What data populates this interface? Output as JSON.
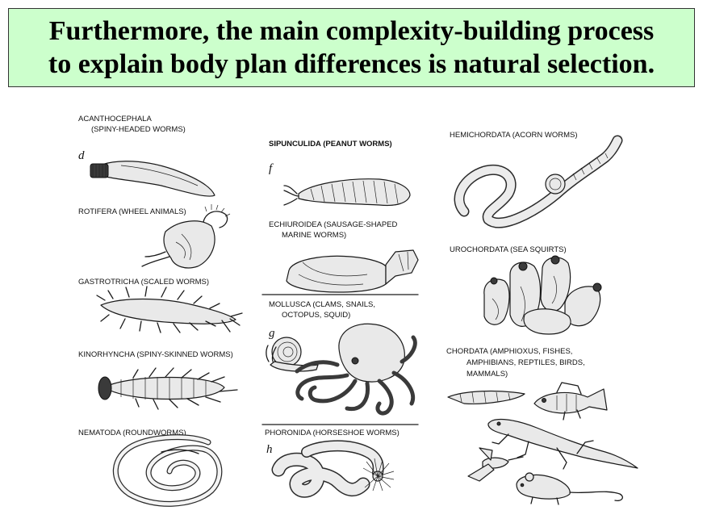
{
  "banner": {
    "line1": "Furthermore, the main complexity-building process",
    "line2": "to explain body plan differences is natural selection."
  },
  "letters": {
    "d": "d",
    "f": "f",
    "g": "g",
    "h": "h"
  },
  "phyla": {
    "acanthocephala": {
      "name": "ACANTHOCEPHALA",
      "common": "(SPINY-HEADED WORMS)"
    },
    "rotifera": {
      "label": "ROTIFERA (WHEEL ANIMALS)"
    },
    "gastrotricha": {
      "label": "GASTROTRICHA  (SCALED WORMS)"
    },
    "kinorhyncha": {
      "label": "KINORHYNCHA  (SPINY-SKINNED WORMS)"
    },
    "nematoda": {
      "label": "NEMATODA (ROUNDWORMS)"
    },
    "sipunculida": {
      "label": "SIPUNCULIDA (PEANUT WORMS)"
    },
    "echiuroidea": {
      "line1": "ECHIUROIDEA (SAUSAGE-SHAPED",
      "line2": "MARINE WORMS)"
    },
    "mollusca": {
      "line1": "MOLLUSCA (CLAMS, SNAILS,",
      "line2": "OCTOPUS, SQUID)"
    },
    "phoronida": {
      "label": "PHORONIDA (HORSESHOE WORMS)"
    },
    "hemichordata": {
      "label": "HEMICHORDATA (ACORN WORMS)"
    },
    "urochordata": {
      "label": "UROCHORDATA (SEA SQUIRTS)"
    },
    "chordata": {
      "line1": "CHORDATA (AMPHIOXUS, FISHES,",
      "line2": "AMPHIBIANS, REPTILES, BIRDS,",
      "line3": "MAMMALS)"
    }
  }
}
